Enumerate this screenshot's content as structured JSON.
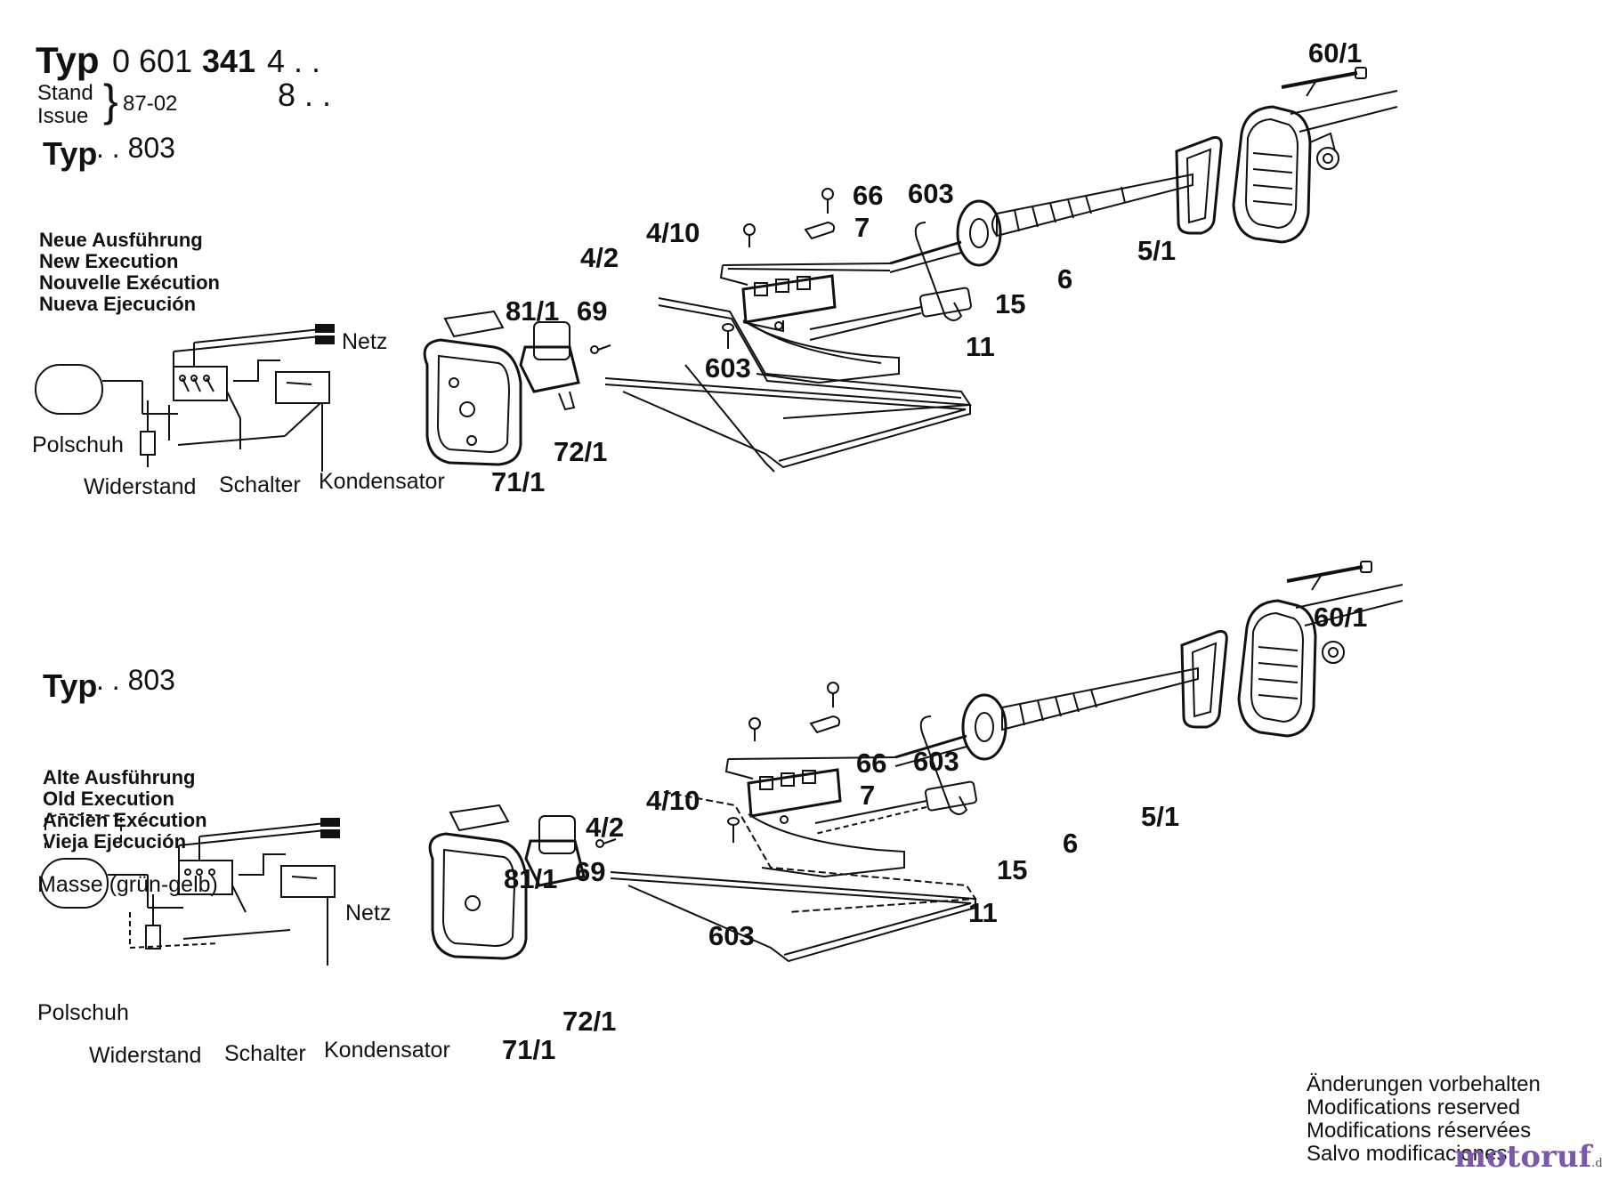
{
  "header": {
    "typ_label": "Typ",
    "number_prefix": "0 601",
    "number_bold": "341",
    "variant_1": "4 . .",
    "variant_2": "8 . .",
    "stand_label": "Stand",
    "issue_label": "Issue",
    "stand_value": "87-02"
  },
  "sections": [
    {
      "typ_label": "Typ",
      "typ_suffix": ". . 803",
      "execution": [
        "Neue Ausführung",
        "New Execution",
        "Nouvelle Exécution",
        "Nueva Ejecución"
      ],
      "schematic": {
        "netz": "Netz",
        "polschuh": "Polschuh",
        "widerstand": "Widerstand",
        "schalter": "Schalter",
        "kondensator": "Kondensator"
      },
      "callouts": [
        "60/1",
        "66",
        "603",
        "7",
        "4/10",
        "4/2",
        "6",
        "5/1",
        "15",
        "81/1",
        "69",
        "11",
        "603",
        "72/1",
        "71/1"
      ]
    },
    {
      "typ_label": "Typ",
      "typ_suffix": ". . 803",
      "execution": [
        "Alte Ausführung",
        "Old Execution",
        "Ancien Exécution",
        "Vieja Ejecución"
      ],
      "schematic": {
        "masse": "Masse (grün-gelb)",
        "netz": "Netz",
        "polschuh": "Polschuh",
        "widerstand": "Widerstand",
        "schalter": "Schalter",
        "kondensator": "Kondensator"
      },
      "callouts": [
        "60/1",
        "66",
        "603",
        "7",
        "4/10",
        "4/2",
        "6",
        "5/1",
        "15",
        "81/1",
        "69",
        "11",
        "603",
        "72/1",
        "71/1"
      ]
    }
  ],
  "footer": {
    "notes": [
      "Änderungen vorbehalten",
      "Modifications reserved",
      "Modifications réservées",
      "Salvo modificaciones"
    ],
    "brand": "motoruf",
    "brand_tld": ".de"
  }
}
